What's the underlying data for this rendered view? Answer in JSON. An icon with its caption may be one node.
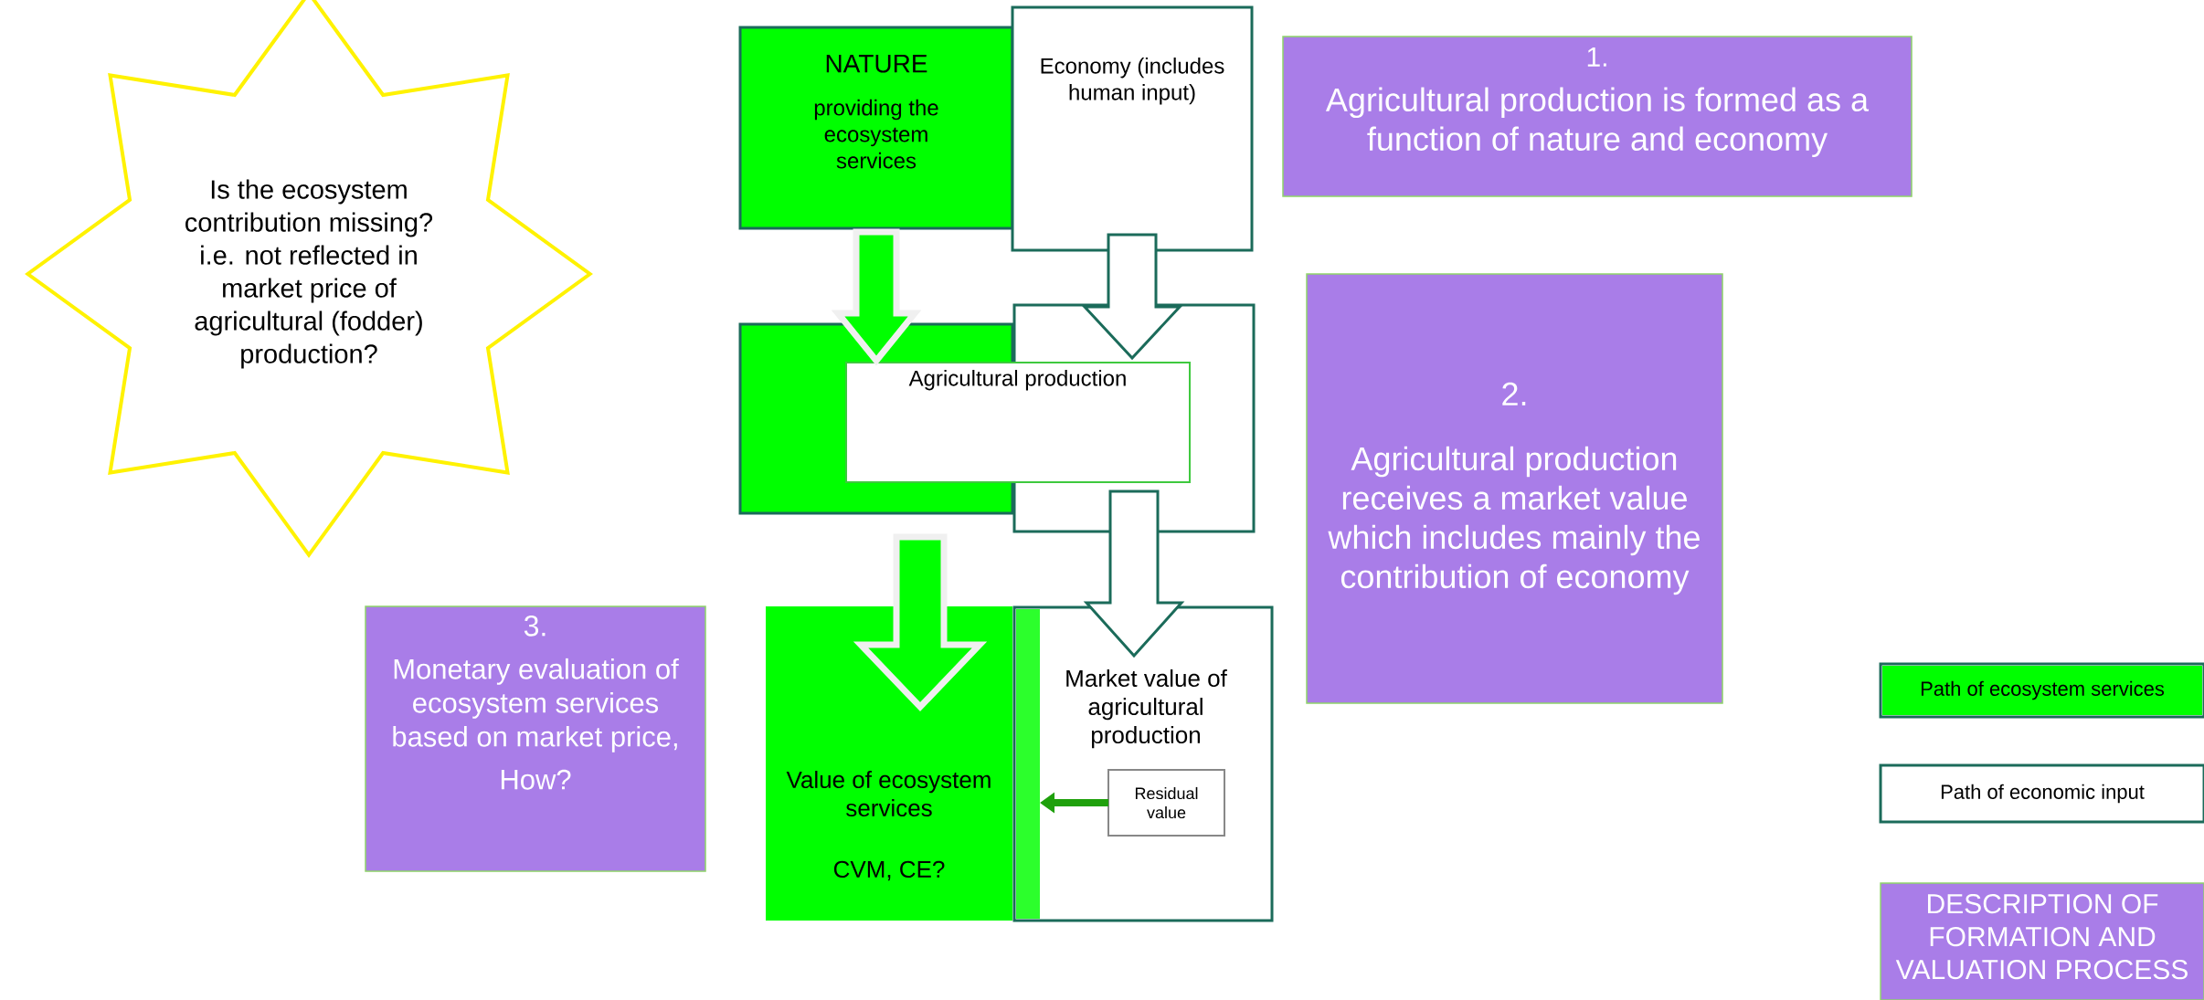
{
  "diagram": {
    "nodes": [
      {
        "text": [
          "Is the ecosystem contribution missing? i.e. not reflected in market price of agricultural (fodder) production?"
        ]
      },
      {
        "text": [
          "NATURE",
          "providing the ecosystem services"
        ]
      },
      {
        "text": [
          "Economy (includes human input)"
        ]
      },
      {
        "text": [
          "1.",
          "Agricultural production is formed as a function of nature and economy"
        ]
      },
      {
        "text": [],
        "shape": "box"
      },
      {
        "text": [],
        "shape": "box"
      },
      {
        "text": [
          "Agricultural production"
        ]
      },
      {
        "text": [
          "2.",
          "Agricultural production receives a market value which includes mainly the contribution of economy"
        ]
      },
      {
        "text": [
          "3.",
          "Monetary evaluation of ecosystem services based on market price,",
          "How?"
        ]
      },
      {
        "text": [
          "Value of ecosystem services",
          "CVM, CE?"
        ]
      },
      {
        "text": [
          "Market value of agricultural production"
        ]
      },
      {
        "text": [],
        "shape": "bar",
        "in": 10
      },
      {
        "text": [
          "Residual value"
        ],
        "in": 10
      },
      {
        "text": [
          "DESCRIPTION OF FORMATION AND VALUATION PROCESS"
        ]
      }
    ],
    "edges": [
      {
        "from": 1,
        "to": 4,
        "arrow": "to",
        "style": "thick",
        "color": "#00ff00"
      },
      {
        "from": 2,
        "to": 5,
        "arrow": "to",
        "style": "thick"
      },
      {
        "from": 5,
        "to": 10,
        "arrow": "to",
        "style": "thick"
      },
      {
        "from": 4,
        "to": 9,
        "arrow": "to",
        "style": "thick",
        "color": "#00ff00"
      },
      {
        "from": 12,
        "to": 11,
        "arrow": "to",
        "color": "#1fa00c"
      }
    ],
    "legend": [
      {
        "text": "Path of ecosystem services",
        "color": "#00ff00"
      },
      {
        "text": "Path of economic input",
        "color": "#ffffff"
      }
    ]
  }
}
